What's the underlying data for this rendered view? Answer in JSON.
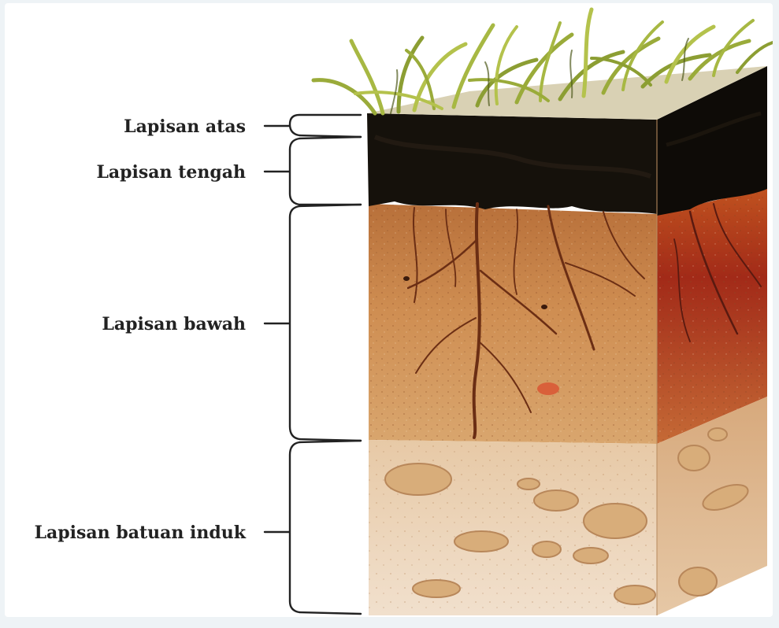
{
  "layers": [
    {
      "label": "Lapisan atas"
    },
    {
      "label": "Lapisan tengah"
    },
    {
      "label": "Lapisan bawah"
    },
    {
      "label": "Lapisan batuan induk"
    }
  ],
  "colors": {
    "grass": "#9aab3a",
    "topsoil": "#141009",
    "subsoil_front": "#c98a4e",
    "subsoil_side": "#a8301c",
    "parent_rock_front": "#e9cfb4",
    "parent_rock_side": "#d9b08a",
    "roots": "#6b2e14",
    "stone": "#d8ad7a",
    "line": "#222222"
  }
}
